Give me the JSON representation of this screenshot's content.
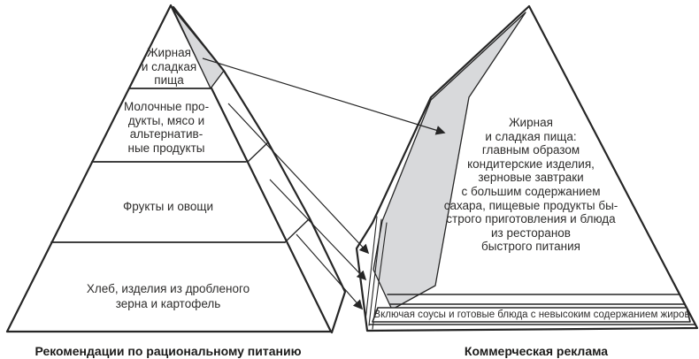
{
  "figure": {
    "left_pyramid": {
      "sections": [
        {
          "label": "Жирная\nи сладкая\nпища"
        },
        {
          "label": "Молочные про-\nдукты, мясо и\nальтернатив-\nные продукты"
        },
        {
          "label": "Фрукты и овощи"
        },
        {
          "label": "Хлеб, изделия из дробленого\nзерна и картофель"
        }
      ],
      "caption": "Рекомендации по рациональному питанию"
    },
    "right_pyramid": {
      "main_label": "Жирная\nи сладкая пища:\nглавным образом\nкондитерские изделия,\nзерновые завтраки\nс большим содержанием\nсахара, пищевые продукты бы-\nстрого приготовления и блюда\nиз ресторанов\nбыстрого питания",
      "strip_label": "Включая соусы и готовые блюда с невысоким содержанием жиров",
      "caption": "Коммерческая реклама"
    },
    "colors": {
      "line": "#262626",
      "highlight_fill": "#d8d9db",
      "text": "#2e2d2c"
    }
  }
}
